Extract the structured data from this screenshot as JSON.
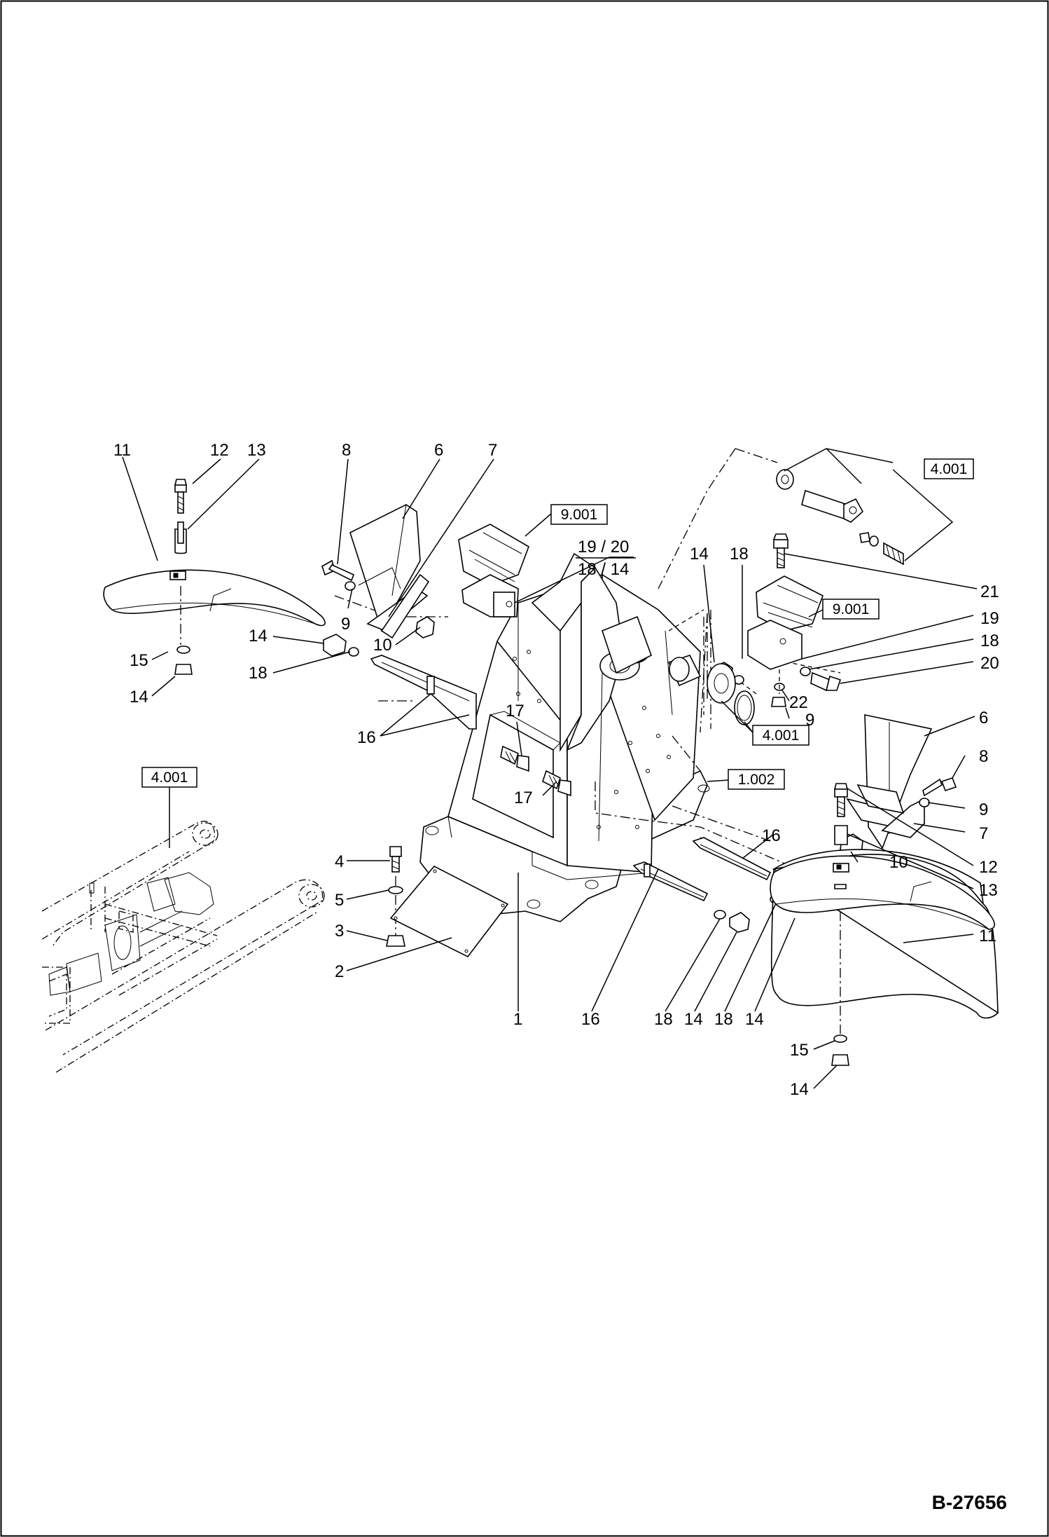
{
  "drawing_number": "B-27656",
  "reference_boxes": [
    "4.001",
    "9.001",
    "9.001",
    "4.001",
    "1.002",
    "4.001"
  ],
  "callouts": {
    "c11a": "11",
    "c12a": "12",
    "c13a": "13",
    "c8a": "8",
    "c6a": "6",
    "c7a": "7",
    "c19_20": "19 / 20",
    "c18_14": "18 / 14",
    "c14a": "14",
    "c18a": "18",
    "c21": "21",
    "c19b": "19",
    "c18b": "18",
    "c20": "20",
    "c22": "22",
    "c9b": "9",
    "c6b": "6",
    "c8b": "8",
    "c9c": "9",
    "c7b": "7",
    "c16b": "16",
    "c10b": "10",
    "c12b": "12",
    "c13b": "13",
    "c11b": "11",
    "c15b": "15",
    "c14f": "14",
    "c9a": "9",
    "c10a": "10",
    "c14b": "14",
    "c18c": "18",
    "c15a": "15",
    "c14c": "14",
    "c16a": "16",
    "c17a": "17",
    "c17b": "17",
    "c4": "4",
    "c5": "5",
    "c3": "3",
    "c2": "2",
    "c1": "1",
    "c16c": "16",
    "c18d": "18",
    "c14d": "14",
    "c18e": "18",
    "c14e": "14"
  }
}
